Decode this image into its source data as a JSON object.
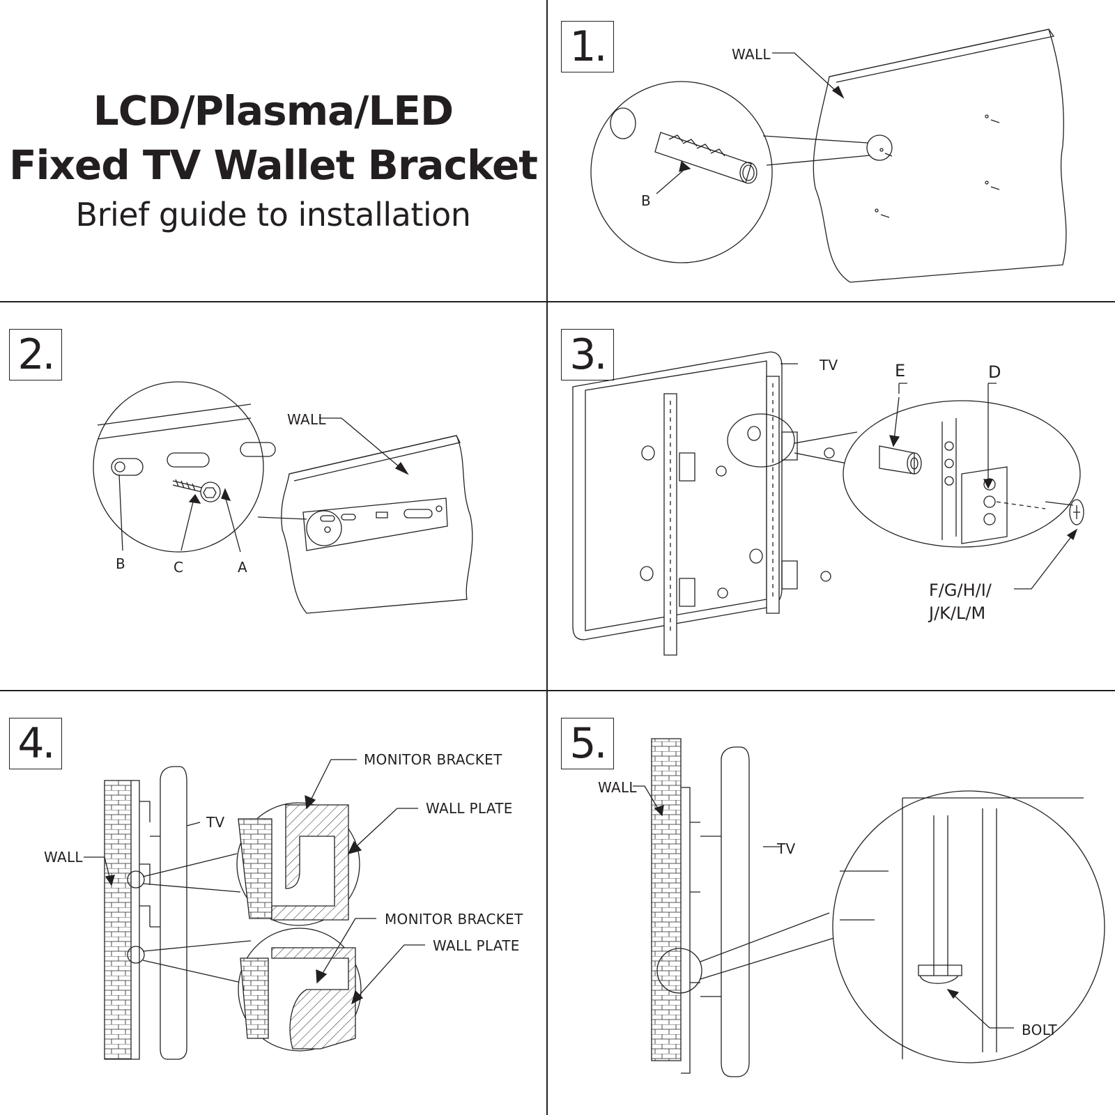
{
  "title": {
    "line1": "LCD/Plasma/LED",
    "line2": "Fixed TV Wallet Bracket",
    "subtitle": "Brief guide to installation"
  },
  "steps": [
    {
      "number": "1.",
      "labels": {
        "wall": "WALL",
        "b": "B"
      }
    },
    {
      "number": "2.",
      "labels": {
        "wall": "WALL",
        "b": "B",
        "c": "C",
        "a": "A"
      }
    },
    {
      "number": "3.",
      "labels": {
        "tv": "TV",
        "e": "E",
        "d": "D",
        "screws_line1": "F/G/H/I/",
        "screws_line2": "J/K/L/M"
      }
    },
    {
      "number": "4.",
      "labels": {
        "monitor_bracket_top": "MONITOR BRACKET",
        "wall_plate_top": "WALL PLATE",
        "tv": "TV",
        "wall": "WALL",
        "monitor_bracket_bottom": "MONITOR BRACKET",
        "wall_plate_bottom": "WALL PLATE"
      }
    },
    {
      "number": "5.",
      "labels": {
        "wall": "WALL",
        "tv": "TV",
        "bolt": "BOLT"
      }
    }
  ]
}
